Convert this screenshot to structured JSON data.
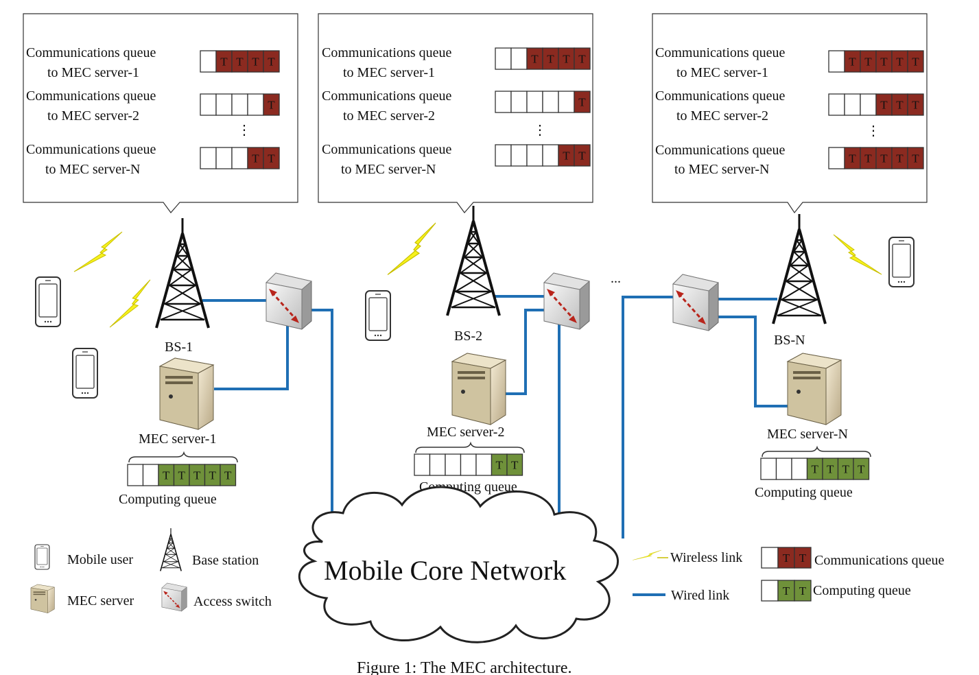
{
  "callouts": [
    {
      "lines": [
        "Communications queue",
        "to MEC server-1",
        "Communications queue",
        "to MEC server-2",
        "⋮",
        "Communications queue",
        "to MEC server-N"
      ],
      "queues": [
        {
          "cells": 5,
          "filled": 4
        },
        {
          "cells": 5,
          "filled": 1
        },
        {
          "cells": 5,
          "filled": 2
        }
      ]
    },
    {
      "lines": [
        "Communications queue",
        "to MEC server-1",
        "Communications queue",
        "to MEC server-2",
        "⋮",
        "Communications queue",
        "to MEC server-N"
      ],
      "queues": [
        {
          "cells": 6,
          "filled": 4
        },
        {
          "cells": 6,
          "filled": 1
        },
        {
          "cells": 6,
          "filled": 2
        }
      ]
    },
    {
      "lines": [
        "Communications queue",
        "to MEC server-1",
        "Communications queue",
        "to MEC server-2",
        "⋮",
        "Communications queue",
        "to MEC server-N"
      ],
      "queues": [
        {
          "cells": 6,
          "filled": 5
        },
        {
          "cells": 6,
          "filled": 3
        },
        {
          "cells": 6,
          "filled": 5
        }
      ]
    }
  ],
  "base_stations": [
    "BS-1",
    "BS-2",
    "BS-N"
  ],
  "servers": [
    {
      "label": "MEC server-1",
      "queue_label": "Computing queue",
      "cells": 7,
      "filled": 5
    },
    {
      "label": "MEC server-2",
      "queue_label": "Computing queue",
      "cells": 7,
      "filled": 2
    },
    {
      "label": "MEC server-N",
      "queue_label": "Computing queue",
      "cells": 7,
      "filled": 4
    }
  ],
  "queue_item": "T",
  "ellipsis": "...",
  "core": "Mobile Core Network",
  "legend": {
    "mobile_user": "Mobile user",
    "base_station": "Base station",
    "mec_server": "MEC server",
    "access_switch": "Access switch",
    "wireless_link": "Wireless link",
    "wired_link": "Wired link",
    "comm_queue": "Communications queue",
    "comp_queue": "Computing queue"
  },
  "caption": "Figure 1: The MEC architecture.",
  "colors": {
    "comm": "#8b2a20",
    "comp": "#6f913a",
    "wired": "#1f6fb4",
    "wireless": "#f0ec1a",
    "stroke": "#222222"
  }
}
